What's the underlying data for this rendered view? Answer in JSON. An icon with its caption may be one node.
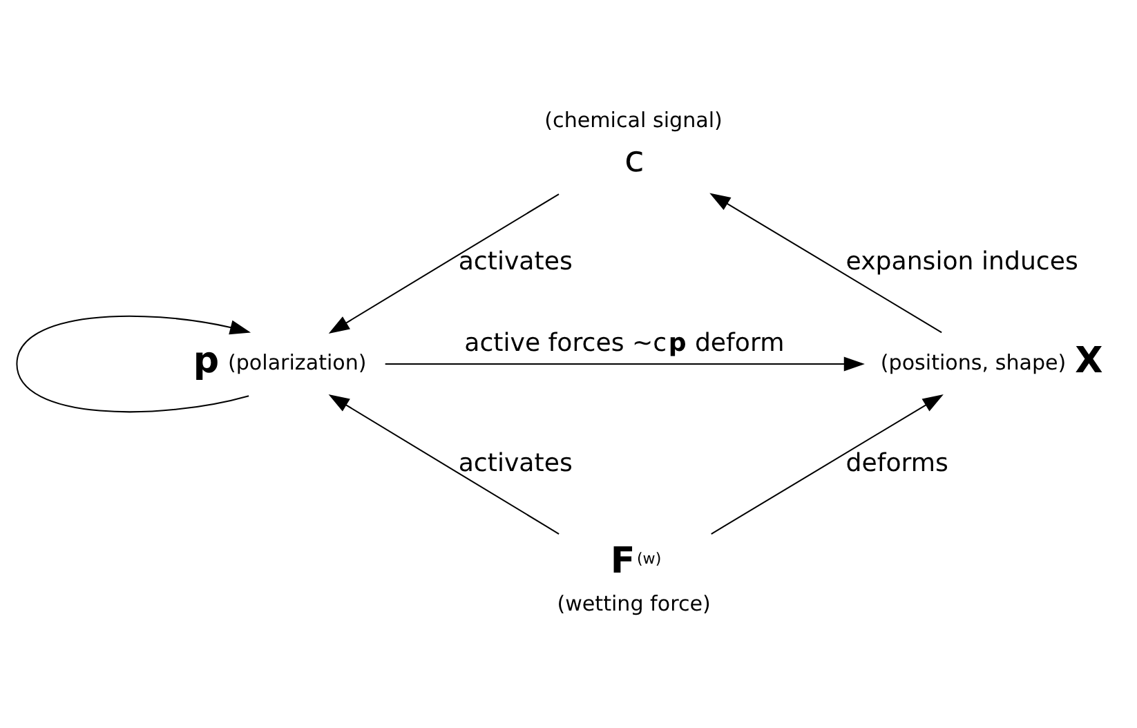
{
  "diagram": {
    "nodes": [
      {
        "text": [
          "c"
        ],
        "beside": [
          "(chemical signal)"
        ]
      },
      {
        "text": [
          "X"
        ],
        "beside": [
          "(positions, shape)"
        ]
      },
      {
        "text": [
          "p"
        ],
        "beside": [
          "(polarization)"
        ]
      },
      {
        "text": [
          "**F**$^{(w)}$"
        ],
        "beside": [
          "(wetting force)"
        ]
      }
    ],
    "edges": [
      {
        "from": 1,
        "to": 0,
        "arrow": "to",
        "label": "expansion induces"
      },
      {
        "from": 0,
        "to": 2,
        "arrow": "to",
        "label": "activates"
      },
      {
        "from": 2,
        "to": 1,
        "arrow": "to",
        "label": "active forces ~c**p** deform"
      },
      {
        "from": 2,
        "to": 2,
        "arrow": "to"
      },
      {
        "from": 3,
        "to": 1,
        "arrow": "to",
        "label": "deforms"
      },
      {
        "from": 3,
        "to": 2,
        "arrow": "to",
        "label": "activates"
      }
    ]
  }
}
